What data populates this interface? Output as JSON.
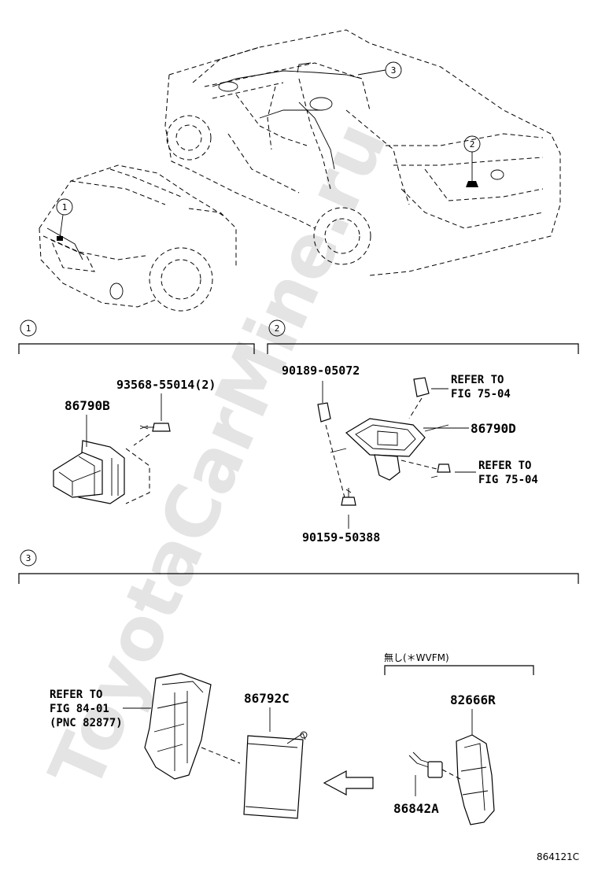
{
  "watermark": "ToyotaCarMine.ru",
  "figure_id": "864121C",
  "callouts": [
    "1",
    "2",
    "3"
  ],
  "section1": {
    "number": "1",
    "parts": [
      "86790B",
      "93568-55014(2)"
    ]
  },
  "section2": {
    "number": "2",
    "parts": [
      "90189-05072",
      "86790D",
      "90159-50388"
    ],
    "refer_top": [
      "REFER TO",
      "FIG 75-04"
    ],
    "refer_bottom": [
      "REFER TO",
      "FIG 75-04"
    ]
  },
  "section3": {
    "number": "3",
    "refer": [
      "REFER TO",
      "FIG 84-01",
      "(PNC 82877)"
    ],
    "parts": [
      "86792C",
      "82666R",
      "86842A"
    ],
    "note": "無し(＊WVFM)"
  }
}
